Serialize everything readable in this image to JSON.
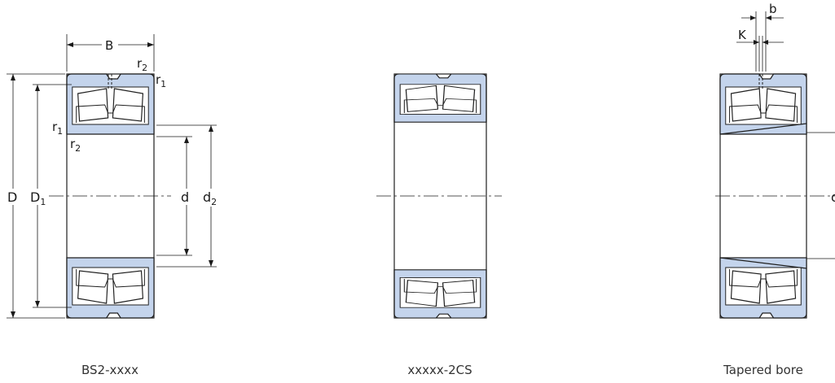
{
  "colors": {
    "bearing_fill": "#c4d4ec",
    "outline": "#1f1f1f",
    "dim": "#1a1a1a",
    "bg": "#ffffff"
  },
  "captions": {
    "left": "BS2-xxxx",
    "middle": "xxxxx-2CS",
    "right": "Tapered bore"
  },
  "labels": {
    "B": "B",
    "r1": "r",
    "r1_sub": "1",
    "r2": "r",
    "r2_sub": "2",
    "D": "D",
    "D1": "D",
    "D1_sub": "1",
    "d": "d",
    "d2": "d",
    "d2_sub": "2",
    "b": "b",
    "K": "K",
    "d_right": "d"
  }
}
